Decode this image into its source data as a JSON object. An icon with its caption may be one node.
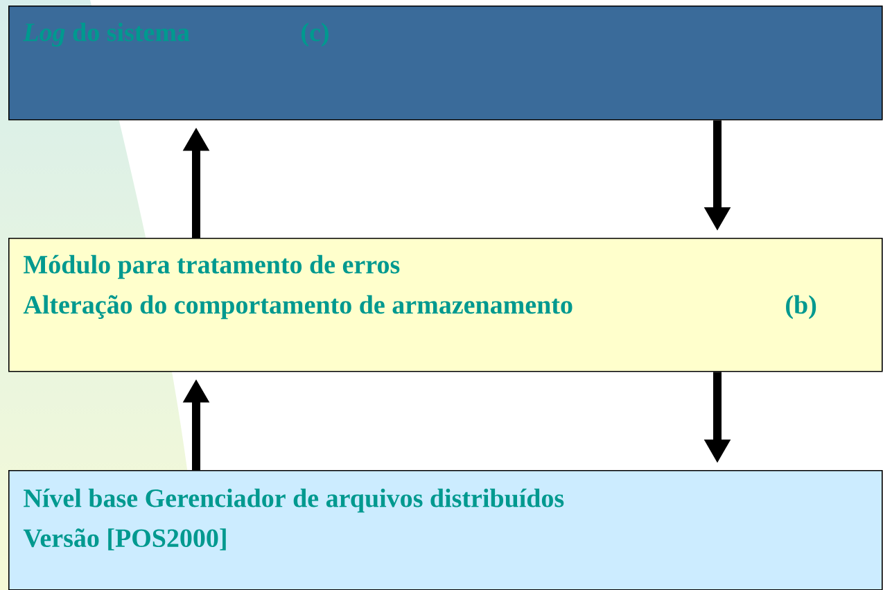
{
  "diagram": {
    "nodes": [
      {
        "text": [
          "*Log* do sistema",
          "(c)"
        ]
      },
      {
        "text": [
          "Módulo para tratamento de erros",
          "Alteração do comportamento de armazenamento",
          "(b)"
        ]
      },
      {
        "text": [
          "Nível base Gerenciador de arquivos distribuídos",
          "Versão [POS2000]"
        ]
      }
    ],
    "edges": [
      {
        "from": 1,
        "to": 0,
        "arrow": "to"
      },
      {
        "from": 0,
        "to": 1,
        "arrow": "to"
      },
      {
        "from": 2,
        "to": 1,
        "arrow": "to"
      },
      {
        "from": 1,
        "to": 2,
        "arrow": "to"
      }
    ]
  }
}
